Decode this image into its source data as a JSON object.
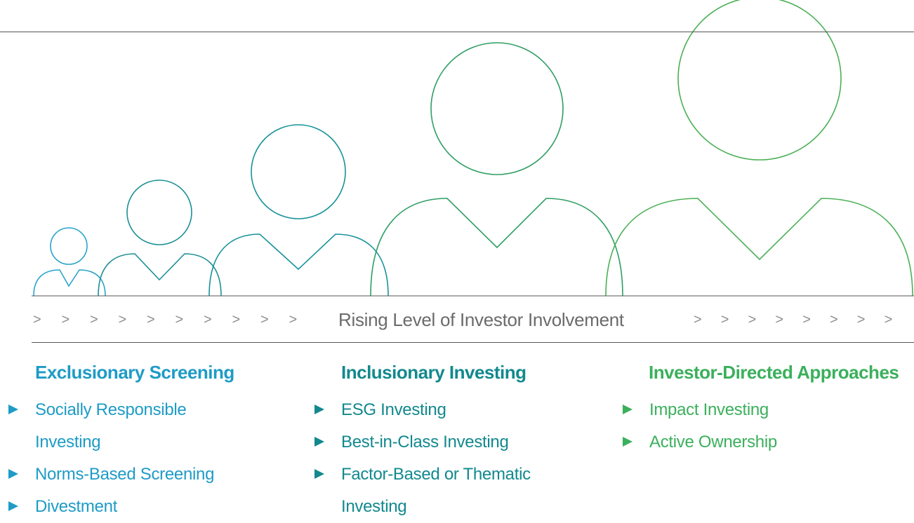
{
  "colors": {
    "column1": "#1e9bc7",
    "column2": "#12898e",
    "column3": "#3bb05c",
    "figure_gradient": [
      "#2aa3c9",
      "#1e8f95",
      "#17939a",
      "#2f9e63",
      "#4bb056"
    ],
    "rule": "#555555",
    "axis_text": "#6b6b6b"
  },
  "axis": {
    "label": "Rising Level of Investor Involvement",
    "chevron": ">",
    "left_chevron_count": 10,
    "right_chevron_count": 8
  },
  "figure": {
    "icon": "person-icon",
    "count": 5
  },
  "columns": [
    {
      "heading": "Exclusionary Screening",
      "items": [
        "Socially Responsible",
        "Investing",
        "Norms-Based Screening",
        "Divestment"
      ],
      "bullets": [
        true,
        false,
        true,
        true
      ]
    },
    {
      "heading": "Inclusionary Investing",
      "items": [
        "ESG Investing",
        "Best-in-Class Investing",
        "Factor-Based or Thematic",
        "Investing"
      ],
      "bullets": [
        true,
        true,
        true,
        false
      ]
    },
    {
      "heading": "Investor-Directed Approaches",
      "items": [
        "Impact Investing",
        "Active Ownership"
      ],
      "bullets": [
        true,
        true
      ]
    }
  ]
}
